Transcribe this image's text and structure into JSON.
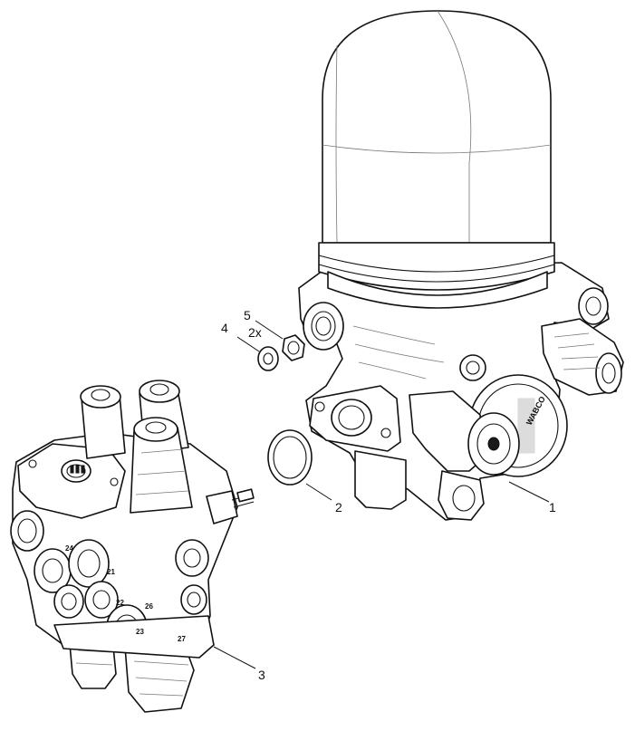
{
  "callouts": {
    "part1": "1",
    "part2": "2",
    "part3": "3",
    "part4": "4",
    "part5": "5",
    "qty5": "2x"
  },
  "brand": {
    "dryer_logo": "WABCO"
  },
  "port_labels": [
    "21",
    "22",
    "23",
    "24",
    "26",
    "27"
  ]
}
